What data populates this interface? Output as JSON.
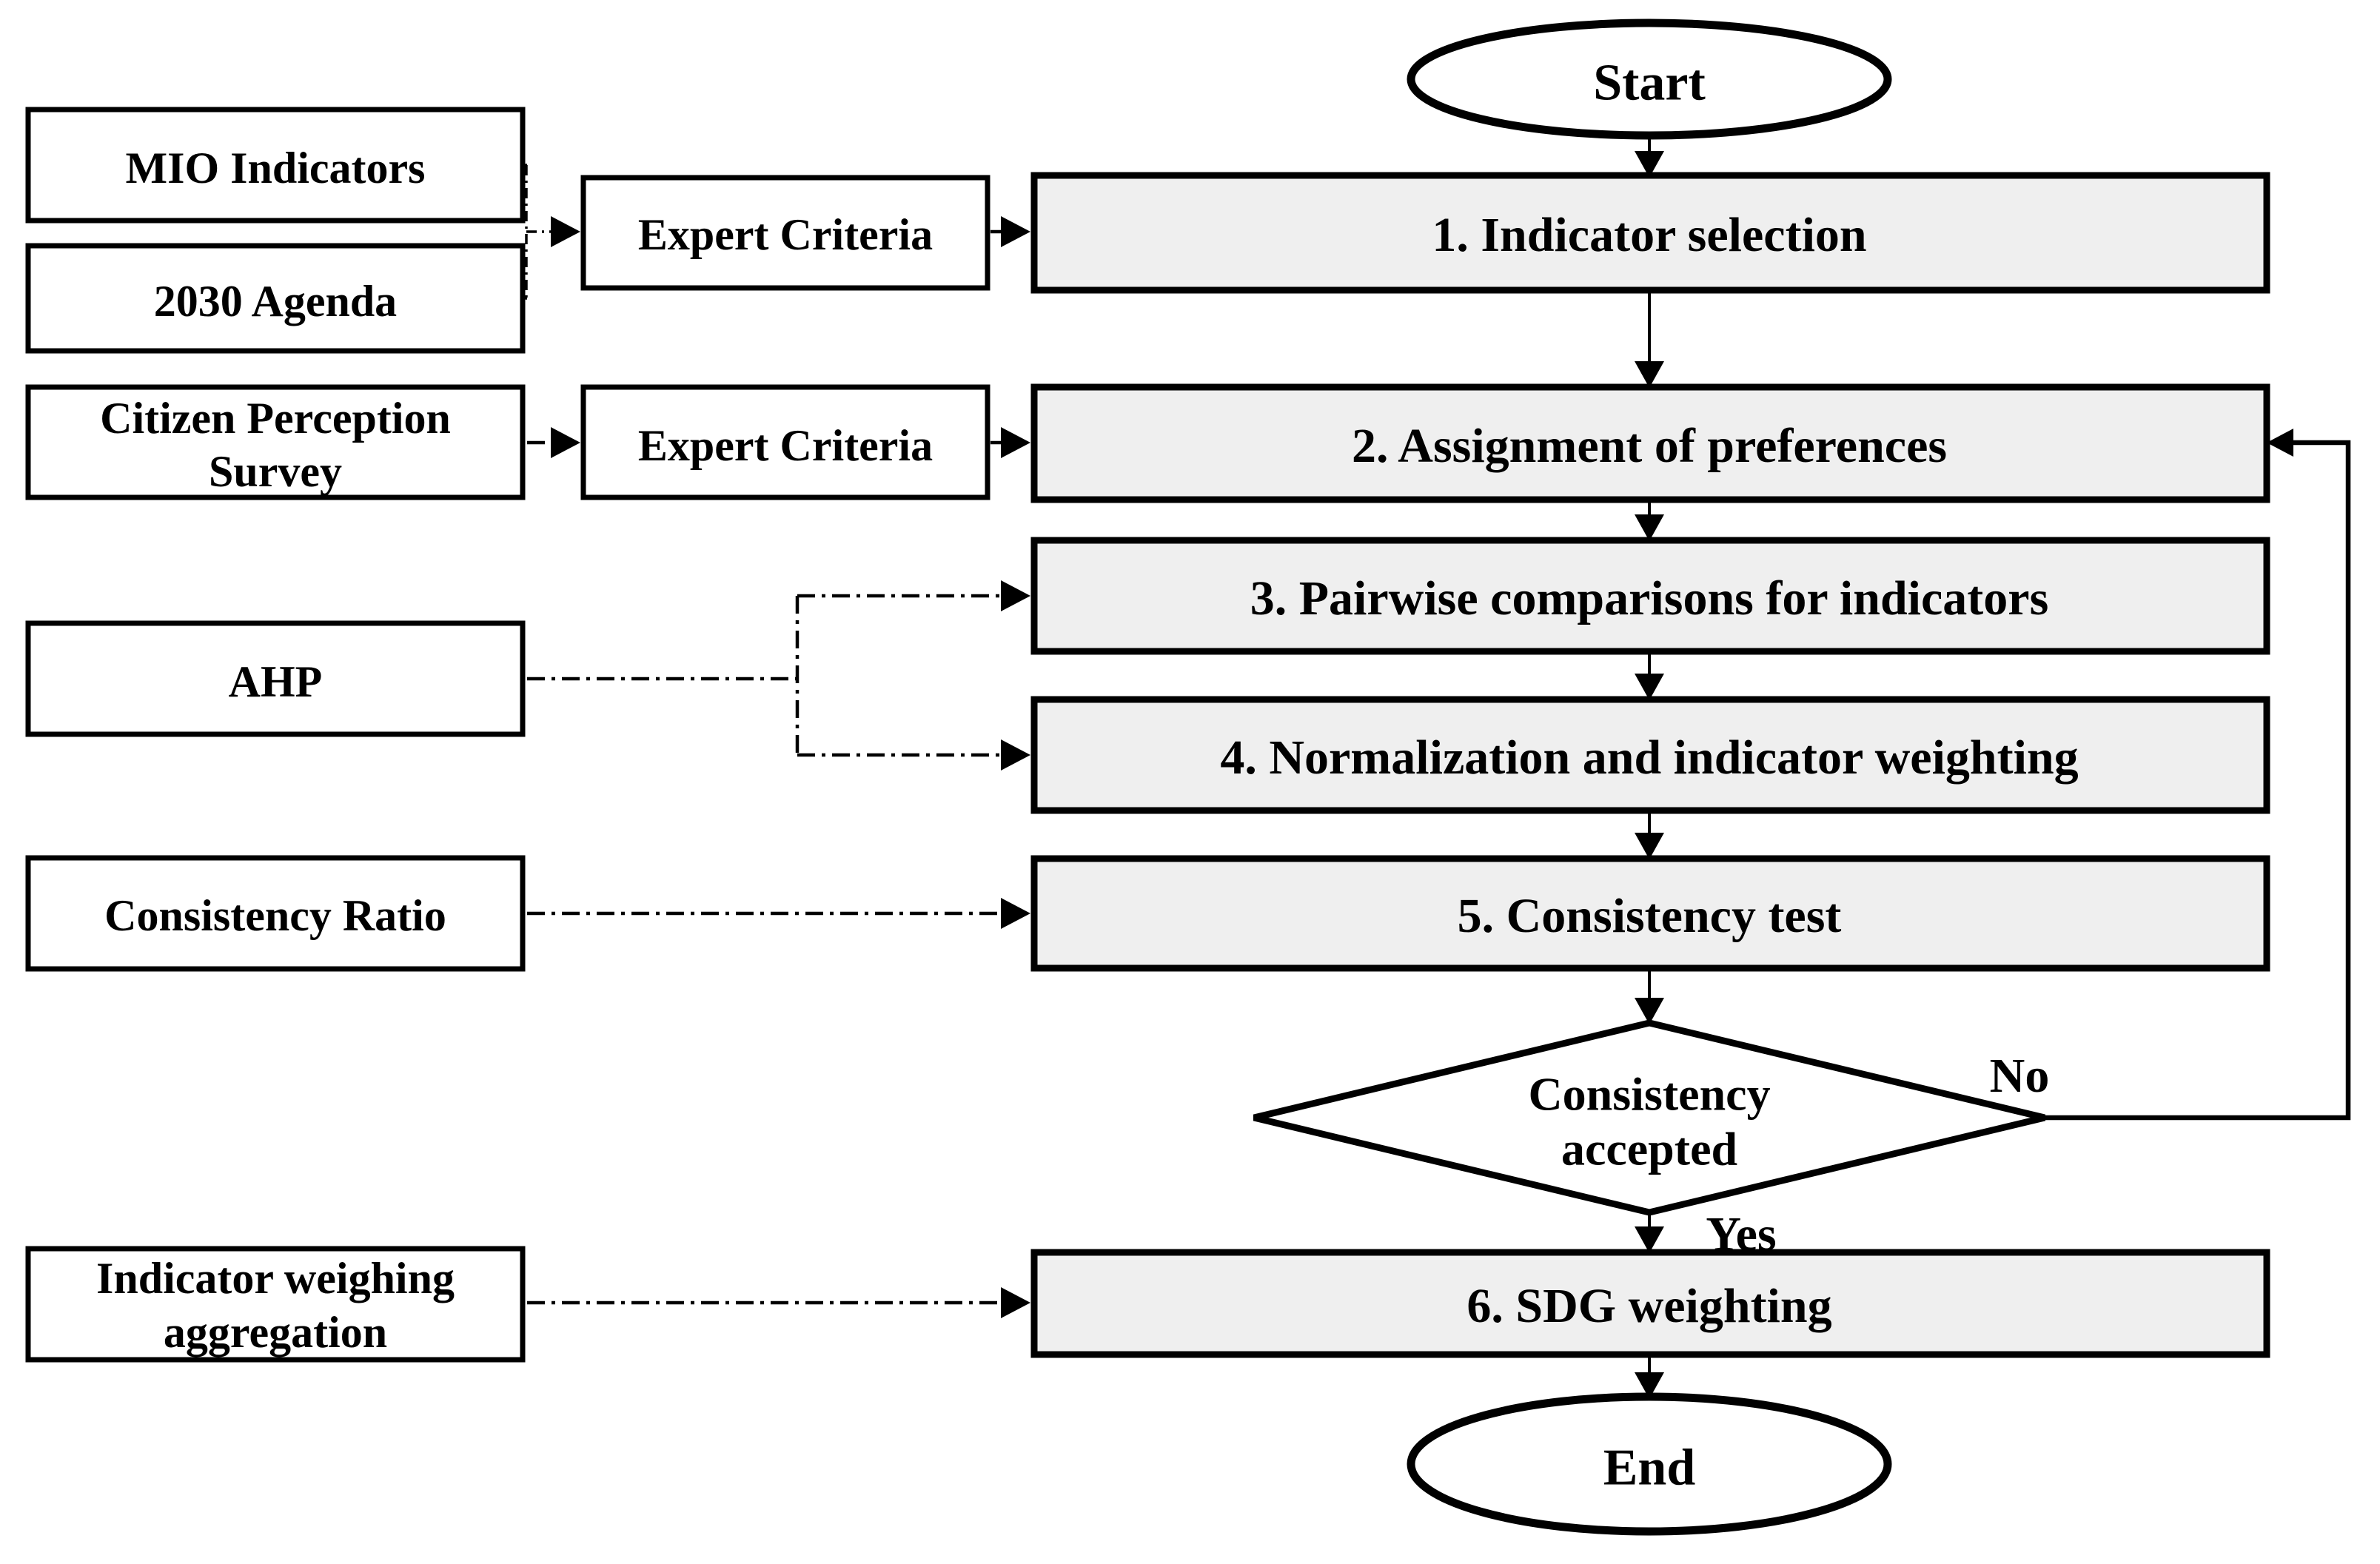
{
  "flowchart": {
    "start_label": "Start",
    "end_label": "End",
    "steps": [
      "1. Indicator selection",
      "2. Assignment of preferences",
      "3. Pairwise comparisons for indicators",
      "4. Normalization and indicator weighting",
      "5. Consistency test",
      "6. SDG weighting"
    ],
    "decision": {
      "line1": "Consistency",
      "line2": "accepted",
      "no_label": "No",
      "yes_label": "Yes"
    },
    "inputs": {
      "mio": "MIO Indicators",
      "agenda": "2030 Agenda",
      "citizen_line1": "Citizen Perception",
      "citizen_line2": "Survey",
      "ahp": "AHP",
      "consistency_ratio": "Consistency Ratio",
      "aggregation_line1": "Indicator weighing",
      "aggregation_line2": "aggregation",
      "expert_criteria_1": "Expert Criteria",
      "expert_criteria_2": "Expert Criteria"
    },
    "colors": {
      "step_fill": "#efefef",
      "io_fill": "#ffffff",
      "line": "#000000",
      "background": "#ffffff"
    }
  }
}
